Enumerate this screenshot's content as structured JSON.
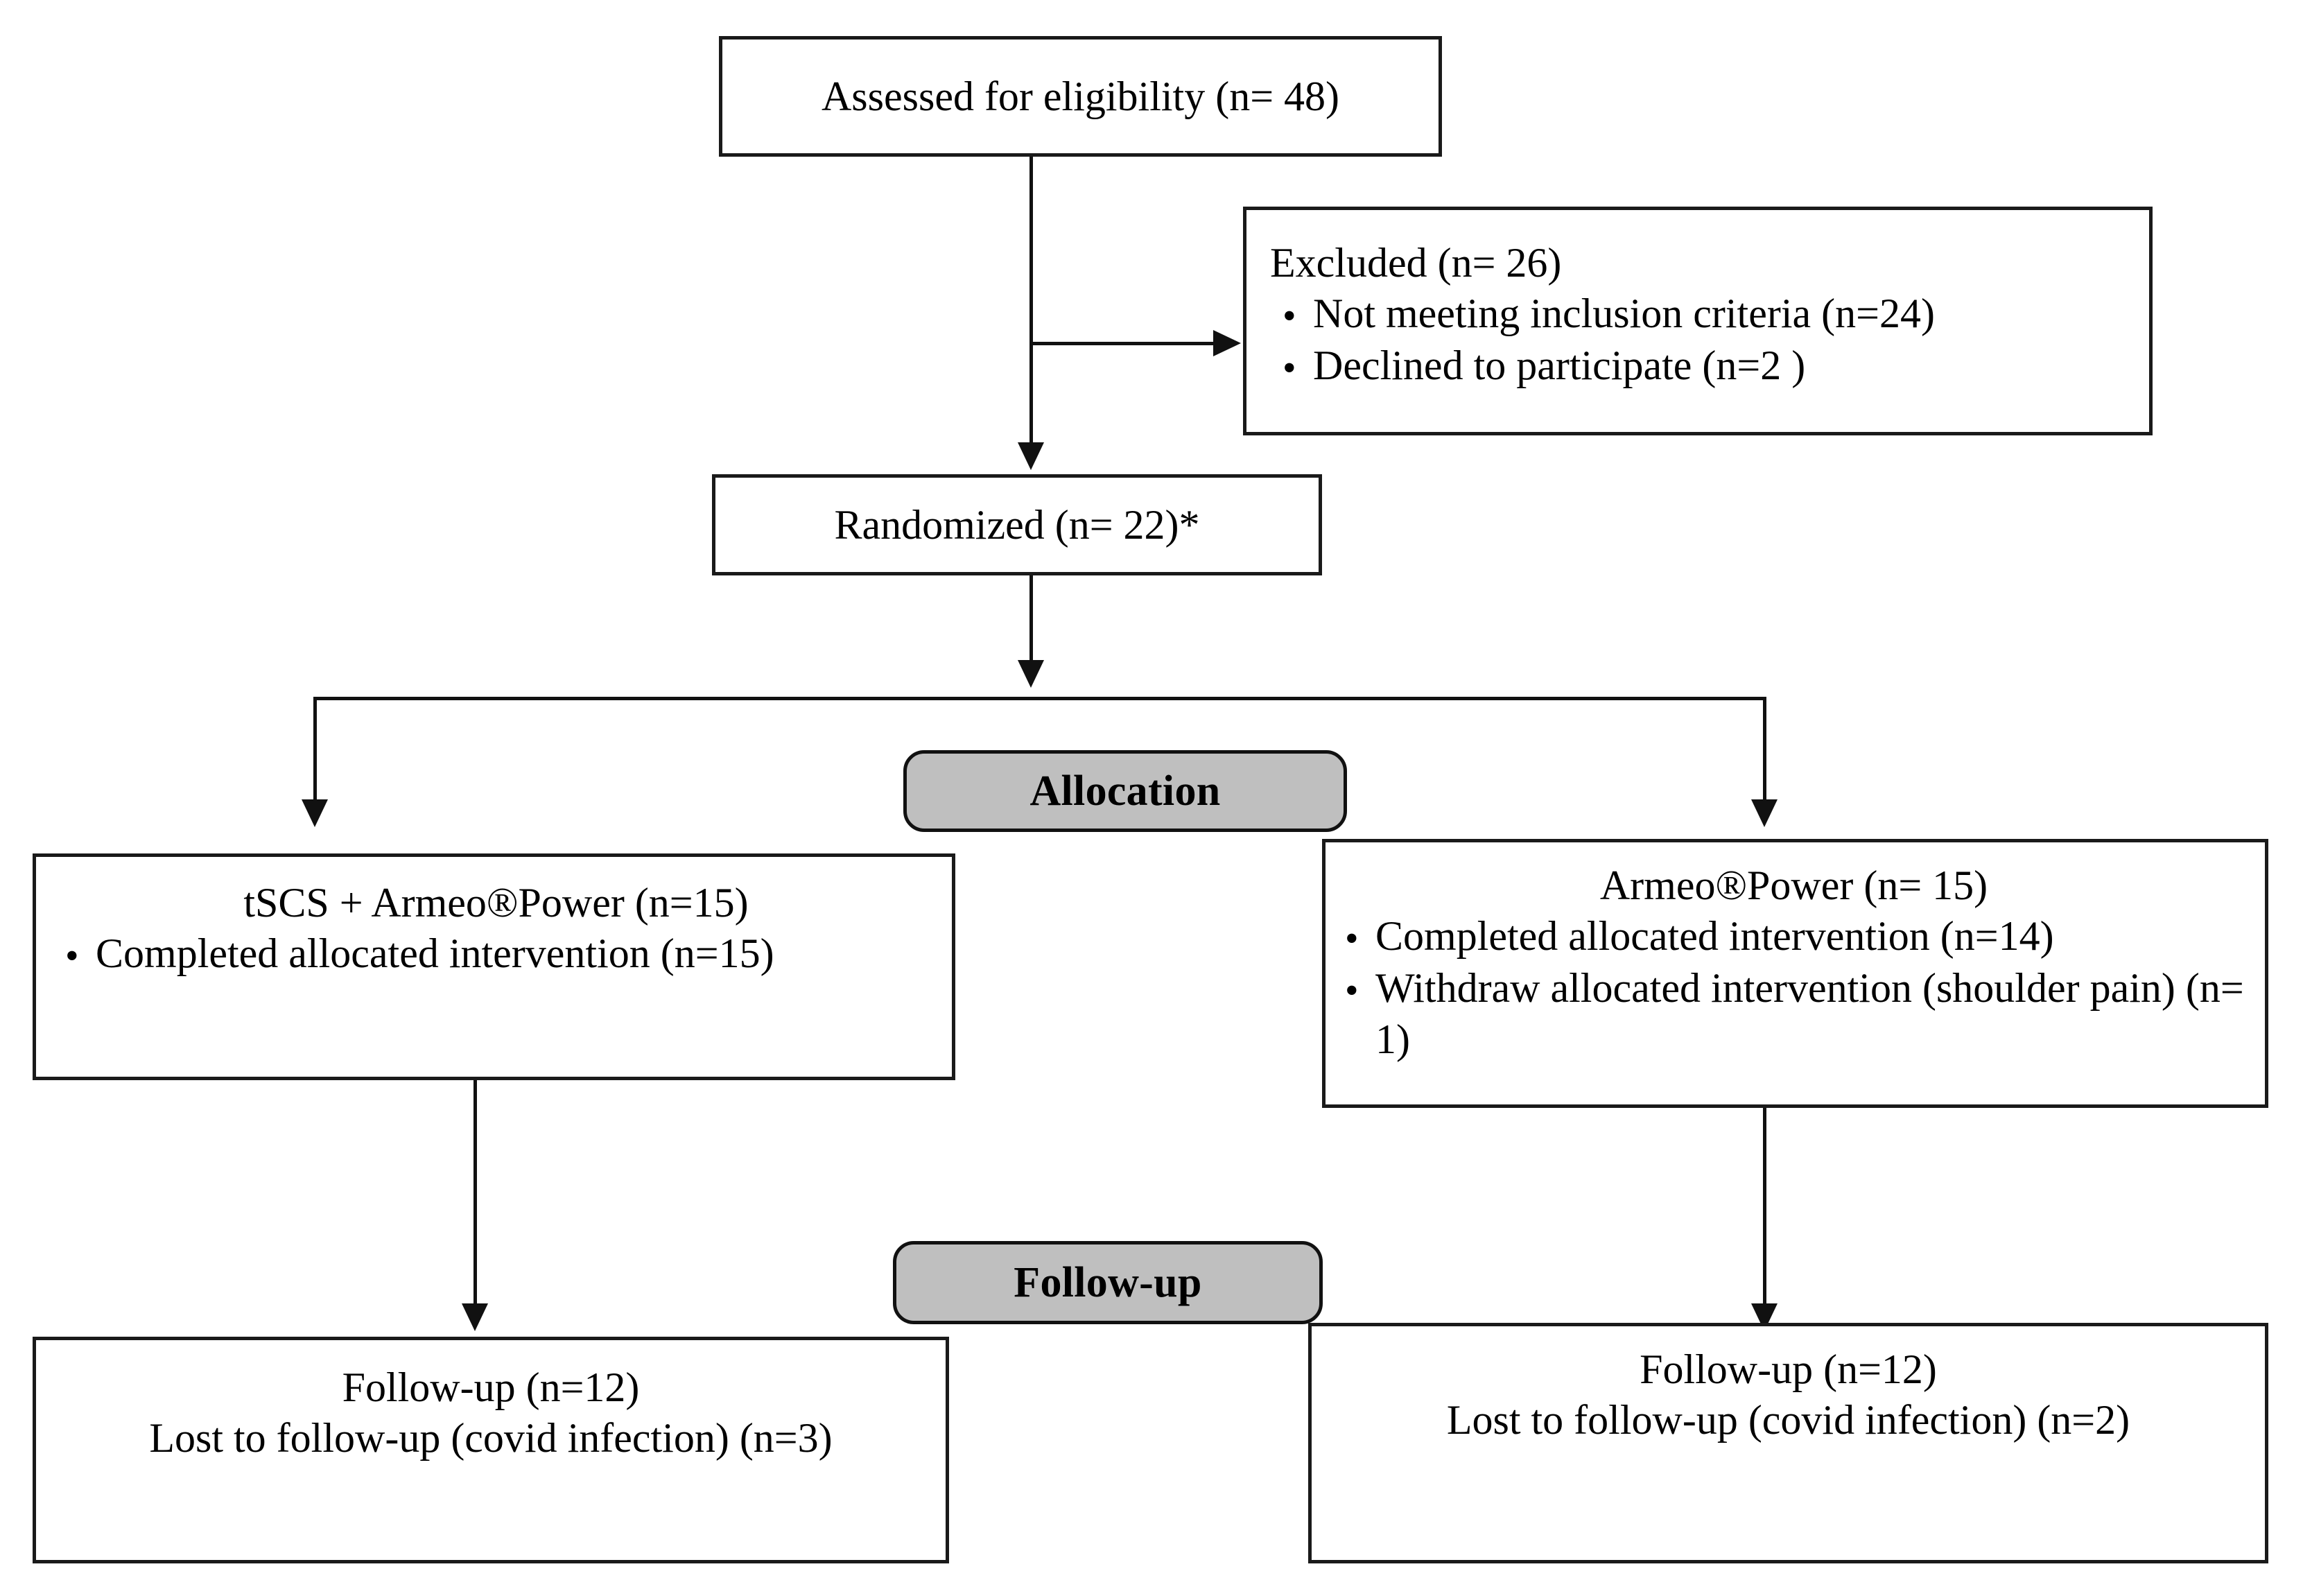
{
  "diagram": {
    "type": "consort-flow-diagram",
    "banners": [
      {
        "id": "allocation",
        "label": "Allocation"
      },
      {
        "id": "followup",
        "label": "Follow-up"
      }
    ],
    "nodes": {
      "assessed": {
        "title": "Assessed for eligibility (n= 48)"
      },
      "excluded": {
        "title": "Excluded  (n= 26)",
        "bullets": [
          "Not meeting inclusion criteria (n=24)",
          "Declined to participate (n=2 )"
        ]
      },
      "randomized": {
        "title": "Randomized (n= 22)*"
      },
      "alloc_left": {
        "title": "tSCS + Armeo®Power (n=15)",
        "bullets": [
          "Completed allocated intervention (n=15)"
        ]
      },
      "alloc_right": {
        "title": "Armeo®Power (n= 15)",
        "bullets": [
          "Completed allocated intervention (n=14)",
          "Withdraw allocated intervention (shoulder pain) (n= 1)"
        ]
      },
      "followup_left": {
        "line1": "Follow-up (n=12)",
        "line2": "Lost to follow-up (covid infection) (n=3)"
      },
      "followup_right": {
        "line1": "Follow-up (n=12)",
        "line2": "Lost to follow-up (covid infection) (n=2)"
      }
    },
    "bullet_glyph": "•",
    "colors": {
      "stroke": "#1a1a1a",
      "banner_fill": "#bfbfbf",
      "background": "#ffffff",
      "text": "#000000"
    }
  }
}
